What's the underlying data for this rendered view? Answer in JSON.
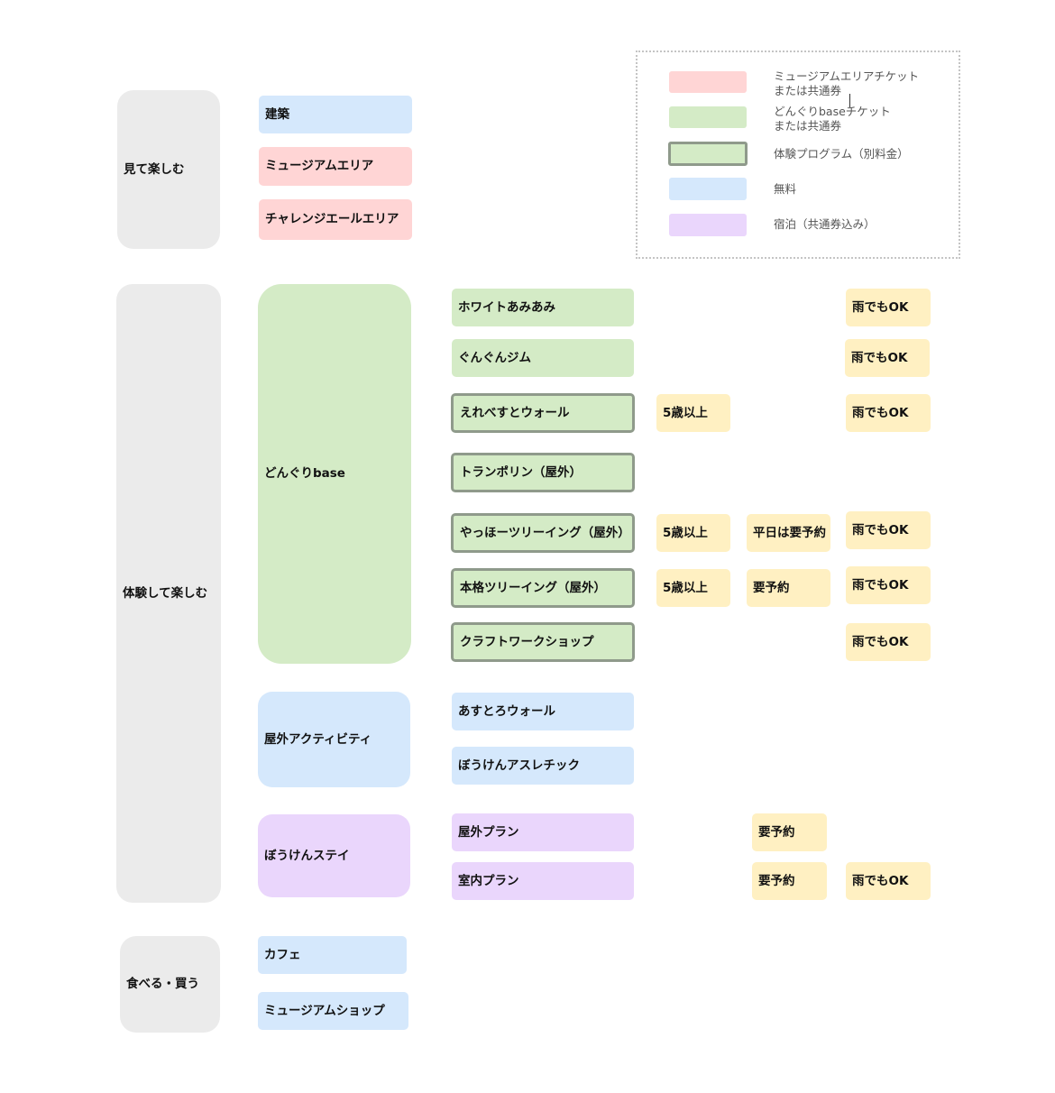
{
  "categories": {
    "miru": "見て楽しむ",
    "taiken": "体験して楽しむ",
    "taberu": "食べる・買う"
  },
  "facilities": {
    "kenchiku": "建築",
    "museum_area": "ミュージアムエリア",
    "challenge_area": "チャレンジエールエリア",
    "donguri_base": "どんぐりbase",
    "outdoor_activity": "屋外アクティビティ",
    "bouken_stay": "ぼうけんステイ",
    "cafe": "カフェ",
    "museum_shop": "ミュージアムショップ"
  },
  "programs": {
    "white_amiami": "ホワイトあみあみ",
    "gungun_gym": "ぐんぐんジム",
    "everest_wall": "えれべすとウォール",
    "trampoline": "トランポリン（屋外）",
    "yahoo_treeing": "やっほーツリーイング（屋外）",
    "honkaku_treeing": "本格ツリーイング（屋外）",
    "craft_workshop": "クラフトワークショップ",
    "astro_wall": "あすとろウォール",
    "bouken_athletic": "ぼうけんアスレチック",
    "outdoor_plan": "屋外プラン",
    "indoor_plan": "室内プラン"
  },
  "tags": {
    "age5": "5歳以上",
    "rain_ok": "雨でもOK",
    "weekday_reservation": "平日は要予約",
    "reservation": "要予約"
  },
  "legend": {
    "museum_ticket_line1": "ミュージアムエリアチケット",
    "museum_ticket_line2": "または共通券",
    "donguri_ticket_line1": "どんぐりbaseチケット",
    "donguri_ticket_line2": "または共通券",
    "paid_program": "体験プログラム（別料金）",
    "free": "無料",
    "stay": "宿泊（共通券込み）"
  },
  "colors": {
    "museum_ticket": "#ffd5d5",
    "donguri_ticket": "#d4ebc6",
    "paid_border": "#8f9a8b",
    "free": "#d5e8fc",
    "stay": "#ead6fc",
    "condition_tag": "#fff0c2",
    "category_bg": "#ebebeb"
  }
}
